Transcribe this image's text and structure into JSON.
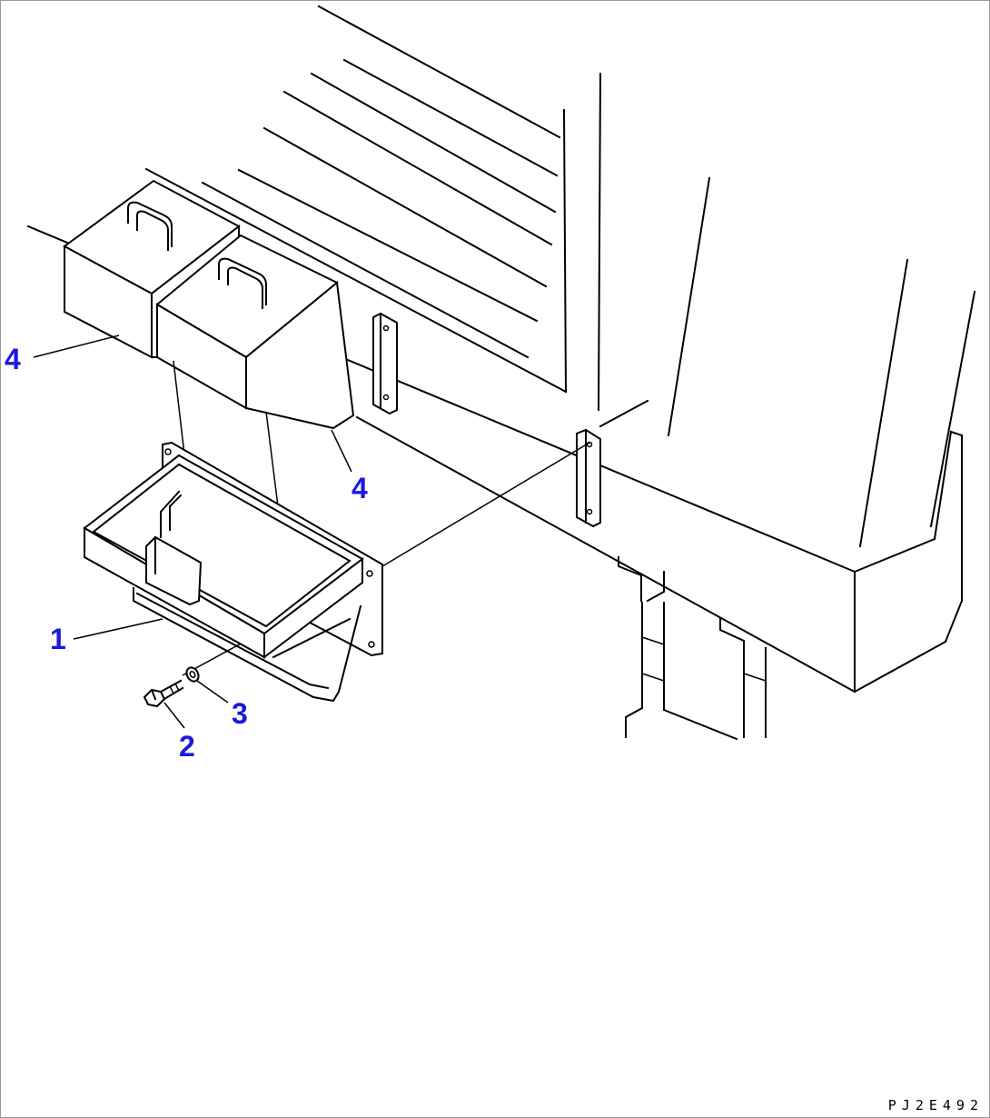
{
  "diagram": {
    "callouts": {
      "part_1": "1",
      "part_2": "2",
      "part_3": "3",
      "part_4_left": "4",
      "part_4_right": "4"
    },
    "drawing_code": "PJ2E492",
    "colors": {
      "callout_text": "#1a1adc",
      "line_art": "#000000",
      "background": "#ffffff"
    }
  }
}
